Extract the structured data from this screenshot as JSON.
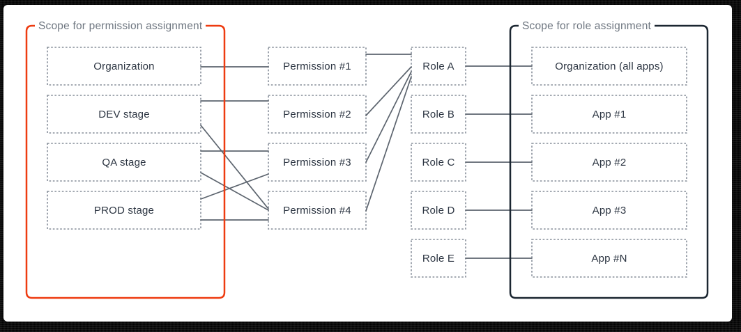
{
  "diagram": {
    "permission_scope": {
      "title": "Scope for permission assignment"
    },
    "role_scope": {
      "title": "Scope for role assignment"
    },
    "columns": {
      "stages": [
        {
          "id": "organization",
          "label": "Organization"
        },
        {
          "id": "dev",
          "label": "DEV stage"
        },
        {
          "id": "qa",
          "label": "QA stage"
        },
        {
          "id": "prod",
          "label": "PROD stage"
        }
      ],
      "permissions": [
        {
          "id": "p1",
          "label": "Permission #1"
        },
        {
          "id": "p2",
          "label": "Permission #2"
        },
        {
          "id": "p3",
          "label": "Permission #3"
        },
        {
          "id": "p4",
          "label": "Permission #4"
        }
      ],
      "roles": [
        {
          "id": "roleA",
          "label": "Role A"
        },
        {
          "id": "roleB",
          "label": "Role B"
        },
        {
          "id": "roleC",
          "label": "Role C"
        },
        {
          "id": "roleD",
          "label": "Role D"
        },
        {
          "id": "roleE",
          "label": "Role E"
        }
      ],
      "apps": [
        {
          "id": "org_apps",
          "label": "Organization (all apps)"
        },
        {
          "id": "app1",
          "label": "App #1"
        },
        {
          "id": "app2",
          "label": "App #2"
        },
        {
          "id": "app3",
          "label": "App #3"
        },
        {
          "id": "appN",
          "label": "App #N"
        }
      ]
    },
    "edges": [
      {
        "from": "organization",
        "to": "p1"
      },
      {
        "from": "dev",
        "to": "p2"
      },
      {
        "from": "dev",
        "to": "p4"
      },
      {
        "from": "qa",
        "to": "p3"
      },
      {
        "from": "qa",
        "to": "p4"
      },
      {
        "from": "prod",
        "to": "p3"
      },
      {
        "from": "prod",
        "to": "p4"
      },
      {
        "from": "p1",
        "to": "roleA"
      },
      {
        "from": "p2",
        "to": "roleA"
      },
      {
        "from": "p3",
        "to": "roleA"
      },
      {
        "from": "p4",
        "to": "roleA"
      },
      {
        "from": "roleA",
        "to": "org_apps"
      },
      {
        "from": "roleB",
        "to": "app1"
      },
      {
        "from": "roleC",
        "to": "app2"
      },
      {
        "from": "roleD",
        "to": "app3"
      },
      {
        "from": "roleE",
        "to": "appN"
      }
    ],
    "colors": {
      "permission_scope_border": "#EE3B10",
      "role_scope_border": "#1B2631",
      "connector": "#5C646E",
      "box_border": "#868E99",
      "box_fill": "#FFFFFF",
      "box_text": "#2B3441",
      "scope_title_text": "#6E7680"
    }
  }
}
